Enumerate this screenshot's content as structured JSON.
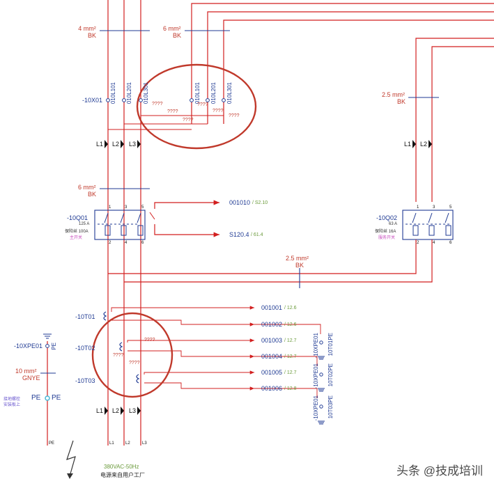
{
  "wire_labels": {
    "top_left": {
      "size": "4 mm²",
      "color": "BK"
    },
    "top_mid": {
      "size": "6 mm²",
      "color": "BK"
    },
    "top_right": {
      "size": "2.5 mm²",
      "color": "BK"
    },
    "mid_left": {
      "size": "6 mm²",
      "color": "BK"
    },
    "mid_cross": {
      "size": "2.5 mm²",
      "color": "BK"
    },
    "pe": {
      "size": "10 mm²",
      "color": "GNYE"
    }
  },
  "terminal_strip": {
    "ref": "-10X01",
    "pins_left": [
      "010L101",
      "010L201",
      "010L301"
    ],
    "pins_right": [
      "010L101",
      "010L201",
      "010L301"
    ],
    "unknown": "????"
  },
  "phases": {
    "l1": "L1",
    "l2": "L2",
    "l3": "L3"
  },
  "breaker_main": {
    "ref": "-10Q01",
    "spec1": "125 A",
    "spec2": "保险丝 100A",
    "note": "主开关",
    "pins_top": [
      "1",
      "3",
      "5"
    ],
    "pins_bottom": [
      "2",
      "4",
      "6"
    ]
  },
  "breaker_aux": {
    "ref": "-10Q02",
    "spec1": "63 A",
    "spec2": "保险丝 16A",
    "note": "服务开关",
    "pins_top": [
      "1",
      "3",
      "5"
    ],
    "pins_bottom": [
      "2",
      "4",
      "6"
    ]
  },
  "signals_breaker": [
    {
      "id": "001010",
      "ref": "/ S2.10"
    },
    {
      "id": "S120.4",
      "ref": "/ 61.4"
    }
  ],
  "current_transformers": [
    "-10T01",
    "-10T02",
    "-10T03"
  ],
  "ct_signals": [
    {
      "id": "001001",
      "ref": "/ 12.6"
    },
    {
      "id": "001002",
      "ref": "/ 12.6"
    },
    {
      "id": "001003",
      "ref": "/ 12.7"
    },
    {
      "id": "001004",
      "ref": "/ 12.7"
    },
    {
      "id": "001005",
      "ref": "/ 12.7"
    },
    {
      "id": "001006",
      "ref": "/ 12.8"
    }
  ],
  "ct_pe": {
    "grounds": [
      "-10XPE01",
      "-10XPE01",
      "-10XPE01"
    ],
    "labels": [
      "10T01PE",
      "10T02PE",
      "10T03PE"
    ]
  },
  "pe_section": {
    "ref": "-10XPE01",
    "pe": "PE",
    "note1": "接地螺栓",
    "note2": "安装板上",
    "bottom": "PE"
  },
  "bottom_phases": [
    "L1",
    "L2",
    "L3"
  ],
  "supply": {
    "line1": "380VAC-50Hz",
    "line2": "电源来自用户工厂"
  },
  "watermark": "头条 @技成培训",
  "colors": {
    "wire": "#d21f1f",
    "blue": "#1f3a93",
    "highlight": "#c0392b",
    "ref_green": "#6a9a3a"
  }
}
